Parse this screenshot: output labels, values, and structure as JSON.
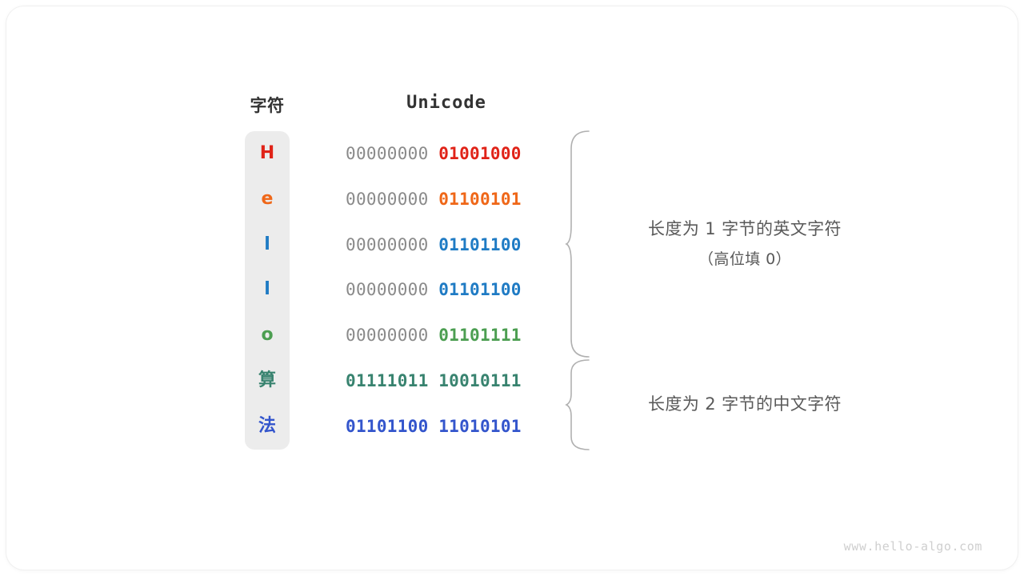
{
  "watermark": "www.hello-algo.com",
  "colors": {
    "red": "#e02318",
    "orange": "#ef6718",
    "blue_light": "#1f7bc4",
    "green": "#4c9e51",
    "teal": "#38836f",
    "blue_royal": "#3355cc",
    "grey_text": "#8a8a8a",
    "panel_grey": "#ececec",
    "brace_grey": "#b0b0b0",
    "annotation_grey": "#595959"
  },
  "table": {
    "headers": {
      "char": "字符",
      "unicode": "Unicode"
    },
    "rows": [
      {
        "char": "H",
        "high_byte": "00000000",
        "low_byte": "01001000",
        "color": "#e02318",
        "high_bold": false
      },
      {
        "char": "e",
        "high_byte": "00000000",
        "low_byte": "01100101",
        "color": "#ef6718",
        "high_bold": false
      },
      {
        "char": "l",
        "high_byte": "00000000",
        "low_byte": "01101100",
        "color": "#1f7bc4",
        "high_bold": false
      },
      {
        "char": "l",
        "high_byte": "00000000",
        "low_byte": "01101100",
        "color": "#1f7bc4",
        "high_bold": false
      },
      {
        "char": "o",
        "high_byte": "00000000",
        "low_byte": "01101111",
        "color": "#4c9e51",
        "high_bold": false
      },
      {
        "char": "算",
        "high_byte": "01111011",
        "low_byte": "10010111",
        "color": "#38836f",
        "high_bold": true
      },
      {
        "char": "法",
        "high_byte": "01101100",
        "low_byte": "11010101",
        "color": "#3355cc",
        "high_bold": true
      }
    ]
  },
  "annotations": [
    {
      "line1": "长度为 1 字节的英文字符",
      "line2": "（高位填 0）"
    },
    {
      "line1": "长度为 2 字节的中文字符",
      "line2": ""
    }
  ]
}
